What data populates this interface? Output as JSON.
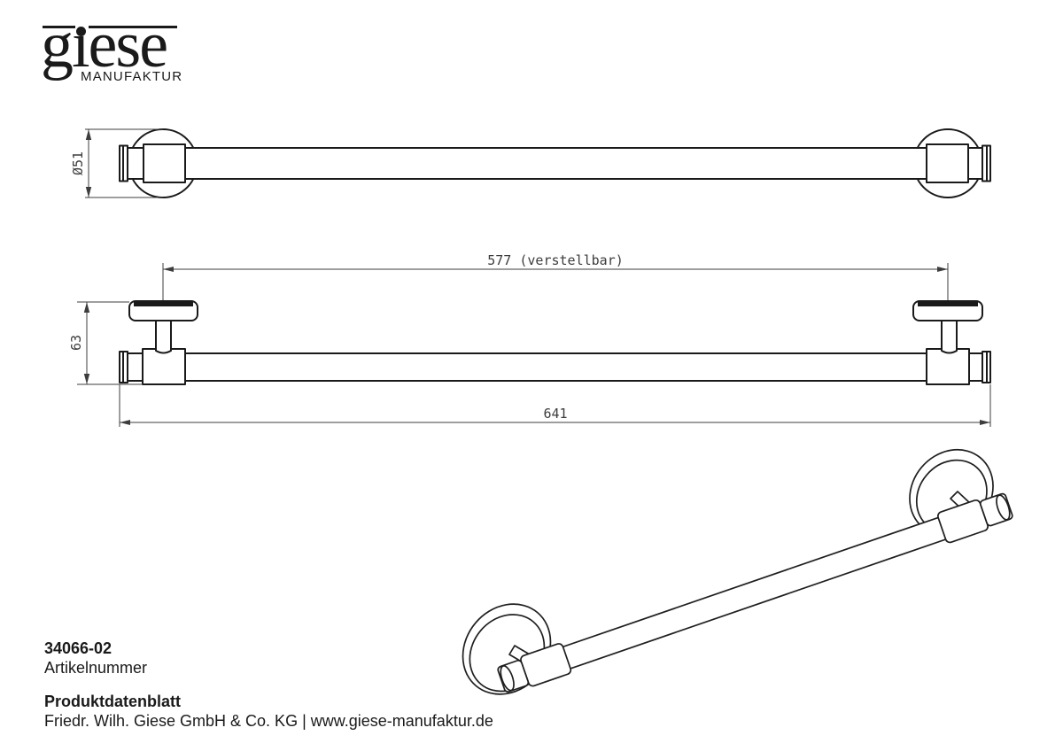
{
  "brand": {
    "name": "giese",
    "display_text": "gıese",
    "subtitle": "MANUFAKTUR"
  },
  "drawing": {
    "front_view": {
      "diameter_label": "Ø51"
    },
    "plan_view": {
      "adjustable_span_label": "577 (verstellbar)",
      "depth_label": "63",
      "overall_length_label": "641"
    }
  },
  "product": {
    "article_number": "34066-02",
    "article_number_caption": "Artikelnummer"
  },
  "footer": {
    "document_type": "Produktdatenblatt",
    "company_line": "Friedr. Wilh. Giese GmbH & Co. KG | www.giese-manufaktur.de"
  },
  "colors": {
    "object_line": "#1a1a1a",
    "dimension_line": "#3d3d3d",
    "background": "#ffffff"
  }
}
